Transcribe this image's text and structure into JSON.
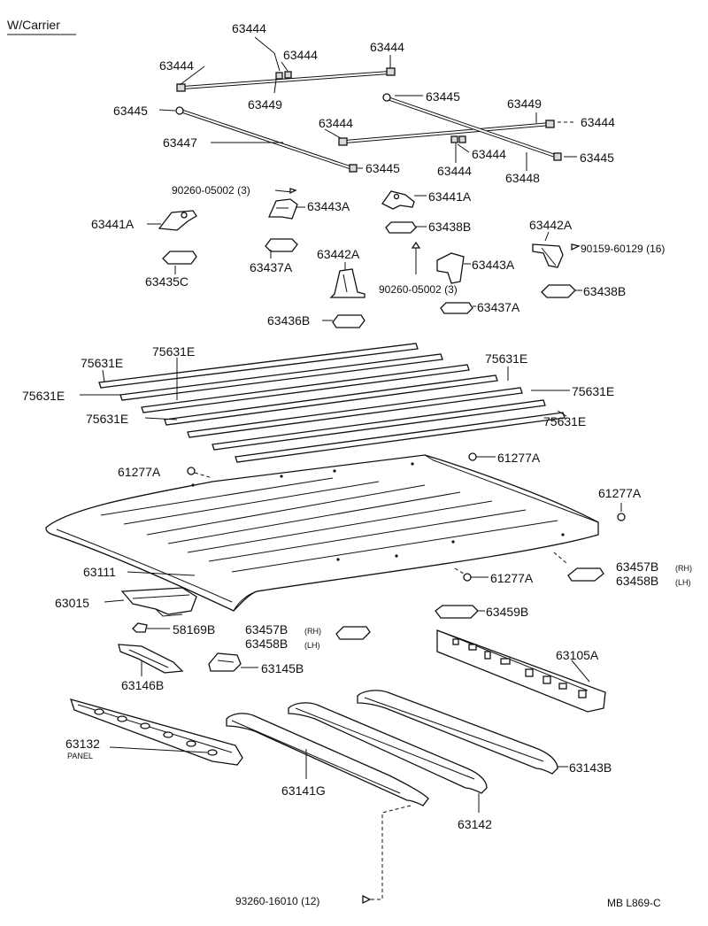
{
  "header": {
    "title": "W/Carrier"
  },
  "footer": {
    "code": "MB  L869-C"
  },
  "labels": {
    "p63444_a": "63444",
    "p63444_b": "63444",
    "p63444_c": "63444",
    "p63444_d": "63444",
    "p63444_e": "63444",
    "p63444_f": "63444",
    "p63444_g": "63444",
    "p63444_h": "63444",
    "p63449_a": "63449",
    "p63449_b": "63449",
    "p63445_a": "63445",
    "p63445_b": "63445",
    "p63445_c": "63445",
    "p63445_d": "63445",
    "p63447": "63447",
    "p63448": "63448",
    "p90260_a": "90260-05002 (3)",
    "p90260_b": "90260-05002 (3)",
    "p63441A_a": "63441A",
    "p63441A_b": "63441A",
    "p63443A_a": "63443A",
    "p63443A_b": "63443A",
    "p63438B_a": "63438B",
    "p63438B_b": "63438B",
    "p63442A_a": "63442A",
    "p63442A_b": "63442A",
    "p90159": "90159-60129 (16)",
    "p63437A_a": "63437A",
    "p63437A_b": "63437A",
    "p63435C": "63435C",
    "p63436B": "63436B",
    "p75631E_a": "75631E",
    "p75631E_b": "75631E",
    "p75631E_c": "75631E",
    "p75631E_d": "75631E",
    "p75631E_e": "75631E",
    "p75631E_f": "75631E",
    "p75631E_g": "75631E",
    "p61277A_a": "61277A",
    "p61277A_b": "61277A",
    "p61277A_c": "61277A",
    "p61277A_d": "61277A",
    "p63111": "63111",
    "p63457B_a": "63457B",
    "p63458B_a": "63458B",
    "rh_a": "(RH)",
    "lh_a": "(LH)",
    "p63457B_b": "63457B",
    "p63458B_b": "63458B",
    "rh_b": "(RH)",
    "lh_b": "(LH)",
    "p63015": "63015",
    "p63459B": "63459B",
    "p58169B": "58169B",
    "p63105A": "63105A",
    "p63146B": "63146B",
    "p63145B": "63145B",
    "p63132": "63132",
    "panel": "PANEL",
    "p63141G": "63141G",
    "p63142": "63142",
    "p63143B": "63143B",
    "p93260": "93260-16010 (12)"
  }
}
